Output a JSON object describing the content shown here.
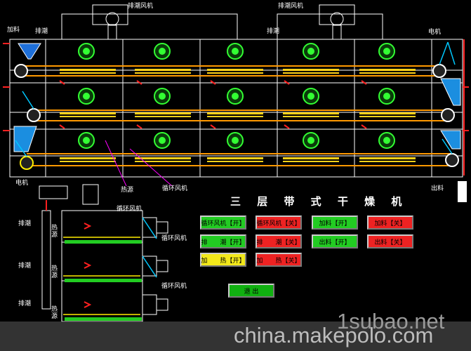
{
  "labels": {
    "feed_in": "加料",
    "dehumid_fan": "排潮风机",
    "dehumid": "排潮",
    "motor": "电机",
    "discharge": "出料",
    "heat_source": "热源",
    "circ_fan": "循环风机",
    "heat_v": "热源",
    "circ_fan2": "循环风机"
  },
  "title": "三 层 带 式 干 燥 机",
  "buttons": {
    "circ_on": "循环风机【开】",
    "circ_off": "循环风机【关】",
    "feed_on": "加料【开】",
    "feed_off": "加料【关】",
    "dehumid_on": "排　　潮【开】",
    "dehumid_off": "排　　潮【关】",
    "out_on": "出料【开】",
    "out_off": "出料【关】",
    "heat_on": "加　　热【开】",
    "heat_off": "加　　热【关】",
    "exit": "退 出"
  },
  "watermark": {
    "site1": "china.makepolo.com",
    "site2": "1subao.net"
  },
  "colors": {
    "belt": "#ff9900",
    "frame": "#ffffff",
    "fan_green": "#33ff33",
    "cyan": "#00c8ff",
    "magenta": "#ff00ff",
    "red": "#ff2020",
    "yellow": "#ffee00"
  }
}
